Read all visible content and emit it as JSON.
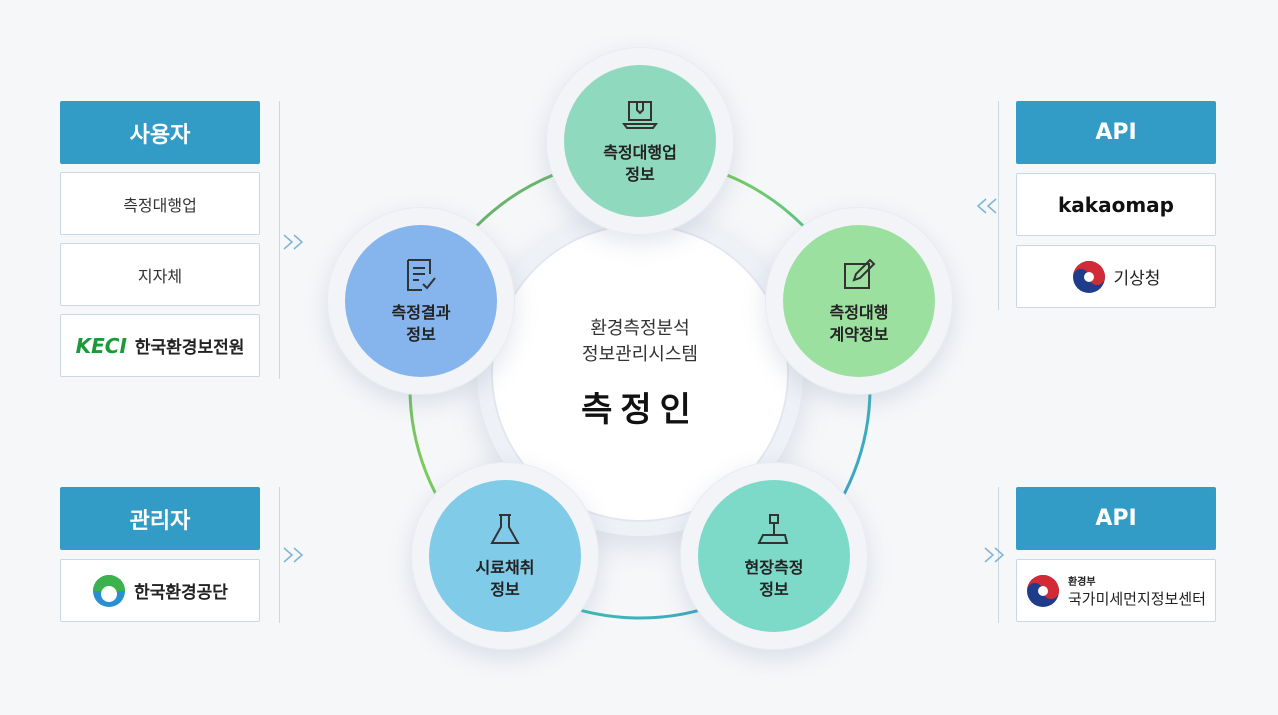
{
  "users_panel": {
    "title": "사용자",
    "items": [
      "측정대행업",
      "지자체"
    ],
    "keci_logo": "KECI",
    "keci_name": "한국환경보전원"
  },
  "admin_panel": {
    "title": "관리자",
    "keco_name": "한국환경공단"
  },
  "api_top": {
    "title": "API",
    "kakao_logo": "kakaomap",
    "kma_name": "기상청"
  },
  "api_bottom": {
    "title": "API",
    "ministry_small": "환경부",
    "center_name": "국가미세먼지정보센터"
  },
  "center": {
    "line1": "환경측정분석",
    "line2": "정보관리시스템",
    "title": "측정인"
  },
  "nodes": [
    {
      "label": "측정대행업\n정보",
      "icon": "laptop-icon",
      "color": "#8fd9bf"
    },
    {
      "label": "측정대행\n계약정보",
      "icon": "edit-icon",
      "color": "#9ce0a0"
    },
    {
      "label": "현장측정\n정보",
      "icon": "field-measure-icon",
      "color": "#7dd9c8"
    },
    {
      "label": "시료채취\n정보",
      "icon": "flask-icon",
      "color": "#7fcbe8"
    },
    {
      "label": "측정결과\n정보",
      "icon": "document-check-icon",
      "color": "#86b4ec"
    }
  ]
}
